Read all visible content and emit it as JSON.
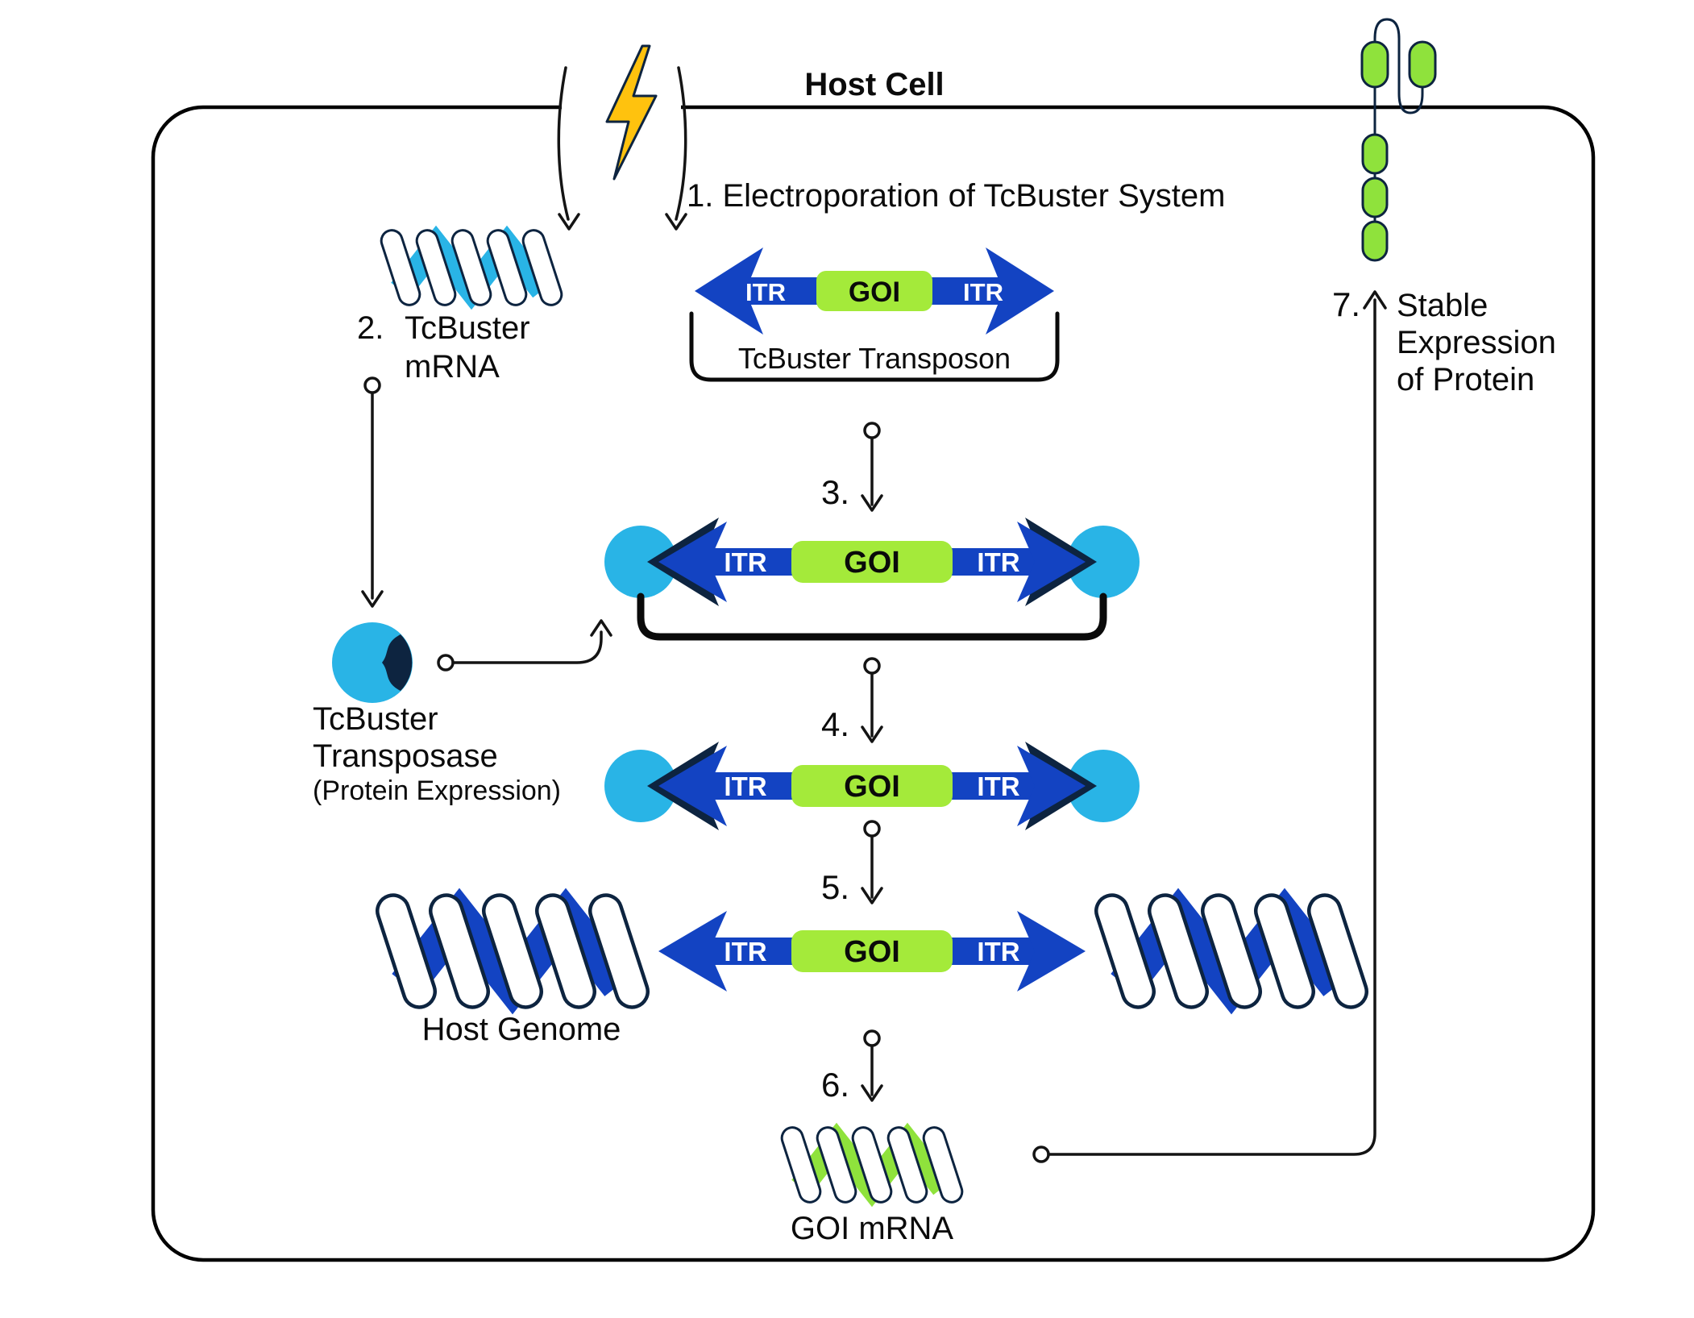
{
  "title": "Host Cell",
  "labels": {
    "step1": "1. Electroporation of TcBuster System",
    "step2_num": "2.",
    "step2_line1": "TcBuster",
    "step2_line2": "mRNA",
    "step3_num": "3.",
    "step4_num": "4.",
    "step5_num": "5.",
    "step6_num": "6.",
    "step7_num": "7.",
    "step7_line1": "Stable",
    "step7_line2": "Expression",
    "step7_line3": "of Protein",
    "transposase_line1": "TcBuster",
    "transposase_line2": "Transposase",
    "transposase_line3": "(Protein Expression)",
    "transposon_bracket": "TcBuster Transposon",
    "itr": "ITR",
    "goi": "GOI",
    "host_genome": "Host Genome",
    "goi_mrna": "GOI mRNA"
  },
  "icons": {
    "lightning": "electroporation-lightning-icon",
    "mrna_helix": "tcbuster-mrna-helix-icon",
    "transposase": "transposase-protein-icon",
    "genome_helix": "host-genome-helix-icon",
    "goi_mrna_helix": "goi-mrna-helix-icon",
    "receptor": "membrane-protein-receptor-icon"
  },
  "colors": {
    "blue": "#1343C2",
    "navy": "#0D2440",
    "cyan": "#29B4E6",
    "green": "#A4EA3A",
    "pgreen": "#8FE23C",
    "yellow": "#FFC20E",
    "ink": "#0B0B0B"
  }
}
